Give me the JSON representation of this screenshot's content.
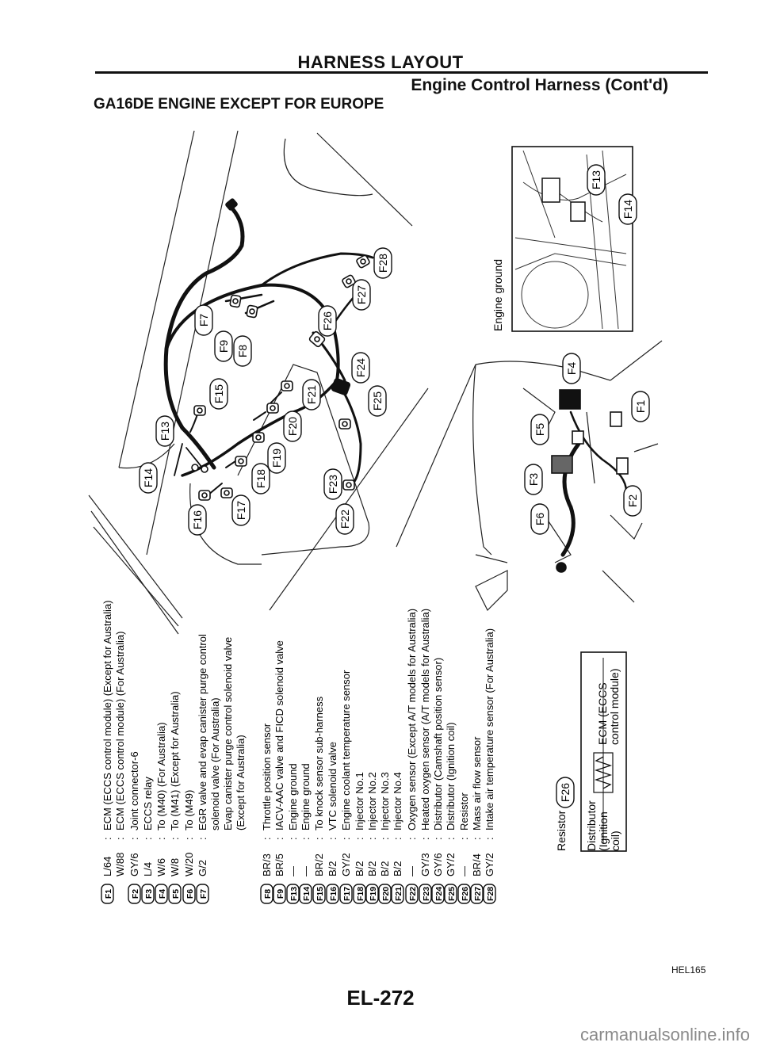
{
  "header": {
    "title": "HARNESS LAYOUT",
    "subtitle": "Engine Control Harness (Cont'd)",
    "section": "GA16DE ENGINE EXCEPT FOR EUROPE"
  },
  "legend": [
    {
      "code": "F1",
      "wire": "L/64",
      "desc": "ECM (ECCS control module) (Except for Australia)"
    },
    {
      "code": "",
      "wire": "W/88",
      "desc": "ECM (ECCS control module) (For Australia)"
    },
    {
      "code": "F2",
      "wire": "GY/6",
      "desc": "Joint connector-6"
    },
    {
      "code": "F3",
      "wire": "L/4",
      "desc": "ECCS relay"
    },
    {
      "code": "F4",
      "wire": "W/6",
      "desc": "To (M40) (For Australia)"
    },
    {
      "code": "F5",
      "wire": "W/8",
      "desc": "To (M41) (Except for Australia)"
    },
    {
      "code": "F6",
      "wire": "W/20",
      "desc": "To (M49)"
    },
    {
      "code": "F7",
      "wire": "G/2",
      "desc": "EGR valve and evap canister purge control"
    },
    {
      "code": "",
      "wire": "",
      "desc": "solenoid valve (For Australia)"
    },
    {
      "code": "",
      "wire": "",
      "desc": "Evap canister purge control solenoid valve"
    },
    {
      "code": "",
      "wire": "",
      "desc": "(Except for Australia)"
    },
    {
      "code": "F8",
      "wire": "BR/3",
      "desc": "Throttle position sensor"
    },
    {
      "code": "F9",
      "wire": "BR/5",
      "desc": "IACV-AAC valve and FICD solenoid valve"
    },
    {
      "code": "F13",
      "wire": "—",
      "desc": "Engine ground"
    },
    {
      "code": "F14",
      "wire": "—",
      "desc": "Engine ground"
    },
    {
      "code": "F15",
      "wire": "BR/2",
      "desc": "To knock sensor sub-harness"
    },
    {
      "code": "F16",
      "wire": "B/2",
      "desc": "VTC solenoid valve"
    },
    {
      "code": "F17",
      "wire": "GY/2",
      "desc": "Engine coolant temperature sensor"
    },
    {
      "code": "F18",
      "wire": "B/2",
      "desc": "Injector No.1"
    },
    {
      "code": "F19",
      "wire": "B/2",
      "desc": "Injector No.2"
    },
    {
      "code": "F20",
      "wire": "B/2",
      "desc": "Injector No.3"
    },
    {
      "code": "F21",
      "wire": "B/2",
      "desc": "Injector No.4"
    },
    {
      "code": "F22",
      "wire": "—",
      "desc": "Oxygen sensor (Except A/T models for Australia)"
    },
    {
      "code": "F23",
      "wire": "GY/3",
      "desc": "Heated oxygen sensor (A/T models for Australia)"
    },
    {
      "code": "F24",
      "wire": "GY/6",
      "desc": "Distributor (Camshaft position sensor)"
    },
    {
      "code": "F25",
      "wire": "GY/2",
      "desc": "Distributor (Ignition coil)"
    },
    {
      "code": "F26",
      "wire": "—",
      "desc": "Resistor"
    },
    {
      "code": "F27",
      "wire": "BR/4",
      "desc": "Mass air flow sensor"
    },
    {
      "code": "F28",
      "wire": "GY/2",
      "desc": "Intake air temperature sensor (For Australia)"
    }
  ],
  "callouts": [
    "F1",
    "F2",
    "F3",
    "F4",
    "F5",
    "F6",
    "F7",
    "F8",
    "F9",
    "F13",
    "F14",
    "F15",
    "F16",
    "F17",
    "F18",
    "F19",
    "F20",
    "F21",
    "F22",
    "F23",
    "F24",
    "F25",
    "F26",
    "F27",
    "F28"
  ],
  "inset_engine_ground": {
    "label": "Engine ground",
    "callouts": [
      "F13",
      "F14"
    ]
  },
  "resistor_box": {
    "resistor_label": "Resistor",
    "resistor_code": "F26",
    "distributor_label": [
      "Distributor",
      "(Ignition",
      "coil)"
    ],
    "ecm_label": [
      "ECM (ECCS",
      "control module)"
    ]
  },
  "figure_code": "HEL165",
  "page_number": "EL-272",
  "watermark": "carmanualsonline.info"
}
